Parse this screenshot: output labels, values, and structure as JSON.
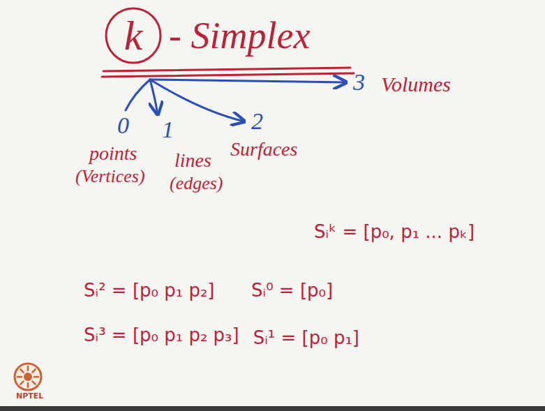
{
  "diagram": {
    "title": "- Simplex",
    "nodes": [
      {
        "text": [
          "k"
        ]
      }
    ],
    "labels": [
      "0",
      "points",
      "(Vertices)",
      "1",
      "lines",
      "(edges)",
      "2",
      "Surfaces",
      "3",
      "Volumes",
      "Sᵢᵏ = [p₀, p₁ ... pₖ]",
      "Sᵢ² = [p₀ p₁ p₂]",
      "Sᵢ⁰ = [p₀]",
      "Sᵢ³ = [p₀ p₁ p₂ p₃]",
      "Sᵢ¹ = [p₀ p₁]",
      "NPTEL"
    ]
  }
}
